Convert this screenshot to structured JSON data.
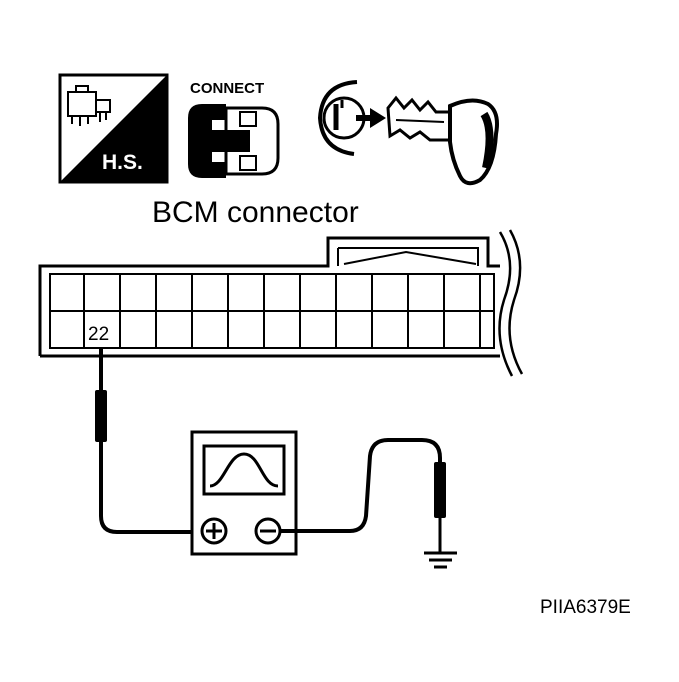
{
  "icons": {
    "harness_side": {
      "icon": "harness-side-connector-icon",
      "label": "H.S."
    },
    "connect": {
      "icon": "connector-connected-icon",
      "label": "CONNECT"
    },
    "ignition": {
      "icon": "ignition-key-on-icon"
    }
  },
  "connector": {
    "title": "BCM connector",
    "pin_label": "22"
  },
  "meter": {
    "icon": "oscilloscope-waveform-icon",
    "positive_terminal": "plus-terminal-icon",
    "negative_terminal": "minus-terminal-icon"
  },
  "ground": {
    "icon": "ground-symbol-icon"
  },
  "figure_code": "PIIA6379E"
}
